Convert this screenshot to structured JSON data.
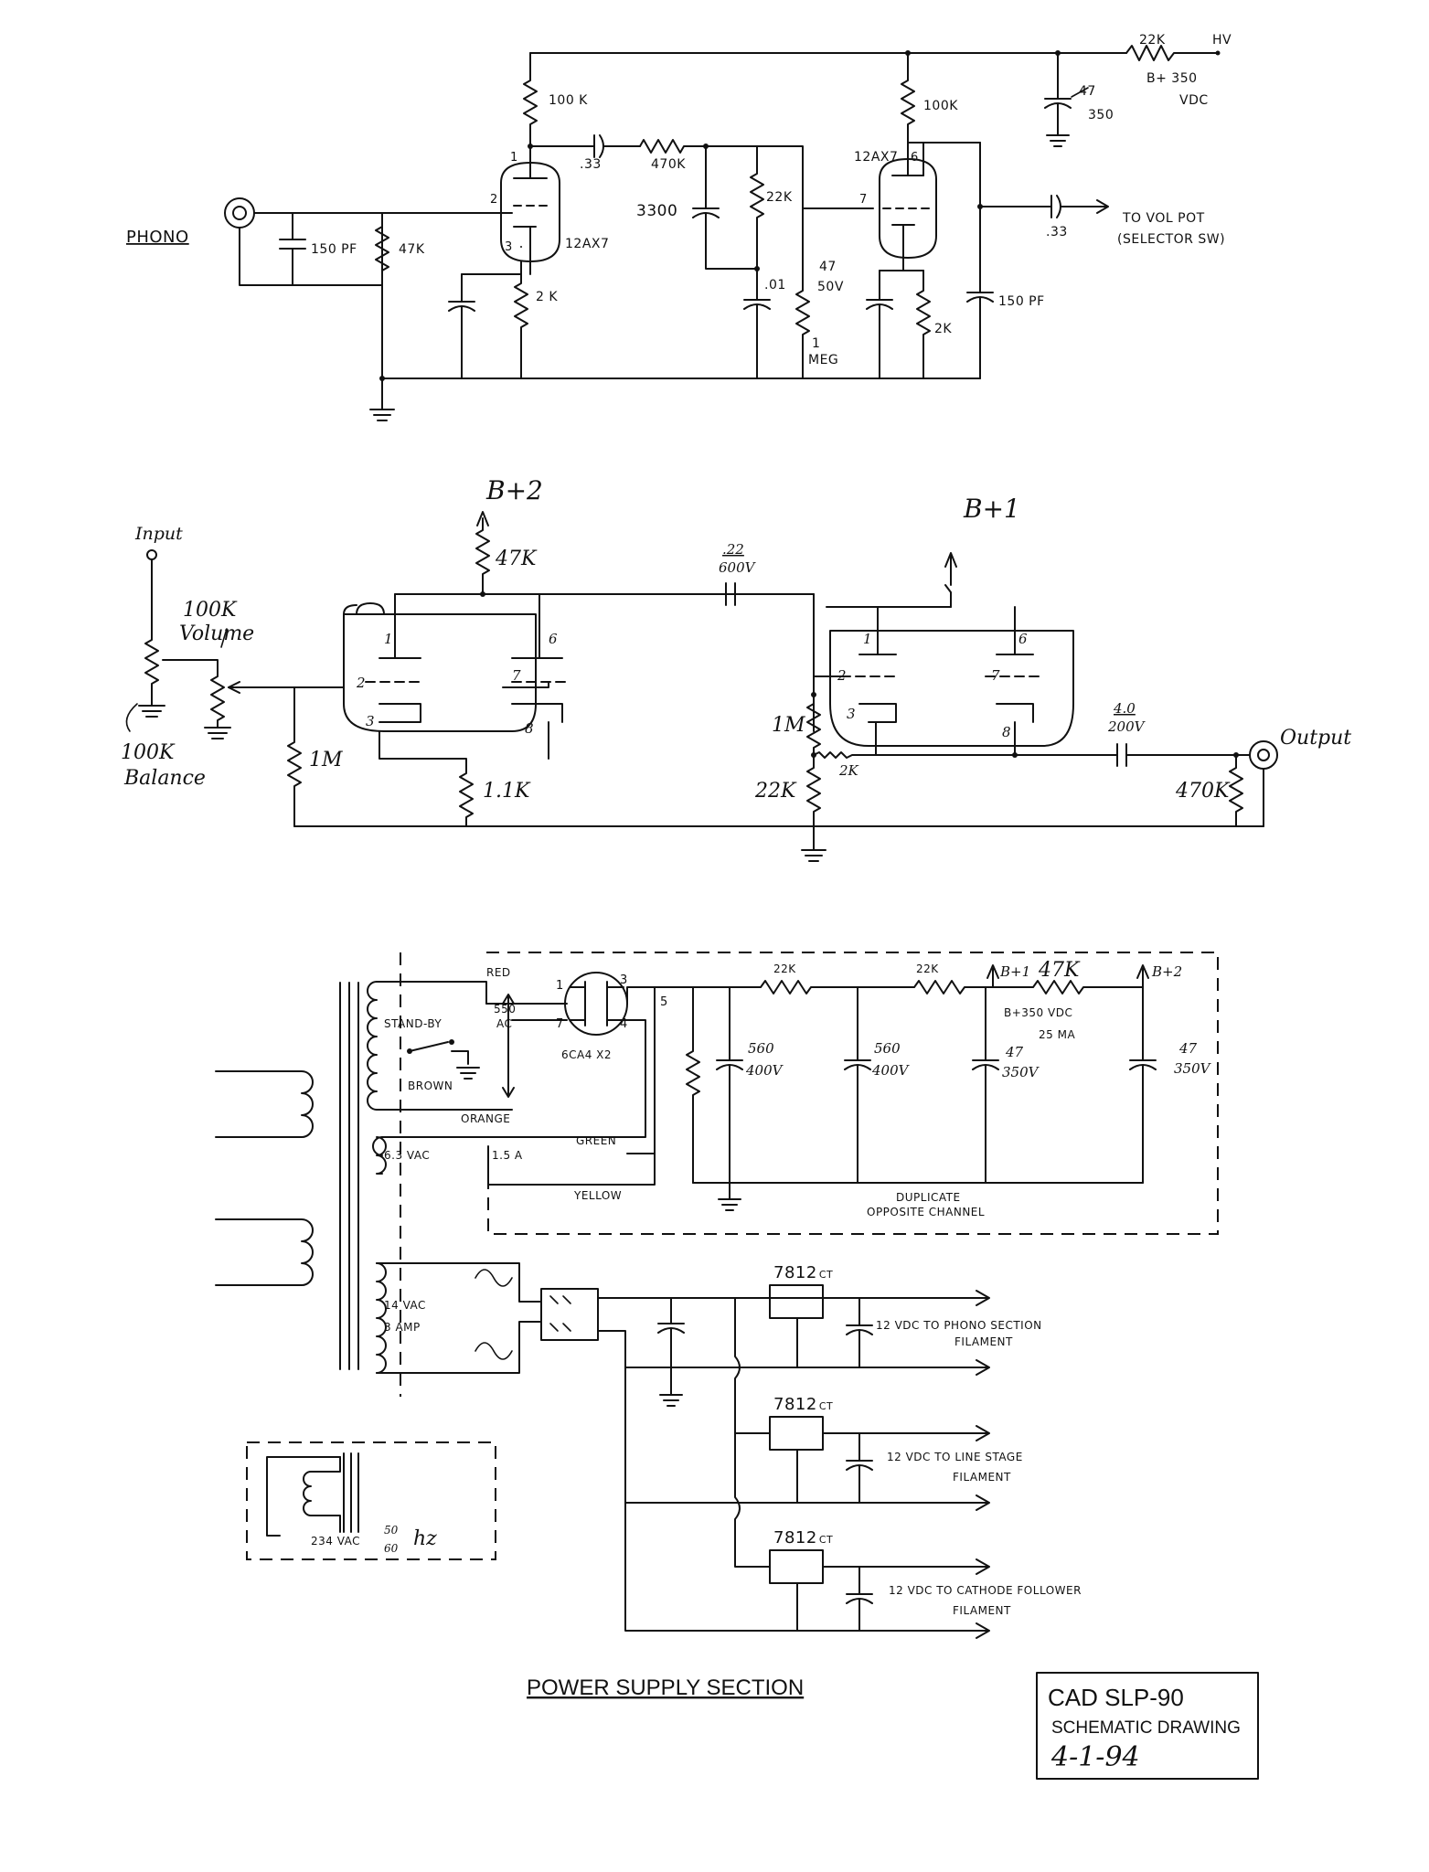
{
  "phono": {
    "input_label": "PHONO",
    "in_cap": "150 PF",
    "in_res": "47K",
    "v1_plate_res": "100 K",
    "v1_tube": "12AX7",
    "v1_cathode_res": "2 K",
    "coupling_cap": ".33",
    "series_res": "470K",
    "eq_cap": "3300",
    "eq_res": "22K",
    "eq_cap2": ".01",
    "grid_res_1": "1",
    "grid_res_2": "MEG",
    "bypass_cap_1": "47",
    "bypass_cap_2": "50V",
    "v2_tube": "12AX7",
    "v2_plate_res": "100K",
    "v2_cathode_res": "2K",
    "out_cap": ".33",
    "fb_cap": "150 PF",
    "out_label_1": "TO VOL POT",
    "out_label_2": "(SELECTOR SW)",
    "hv_res": "22K",
    "hv_label": "HV",
    "bplus_1": "B+ 350",
    "bplus_2": "VDC",
    "hv_cap_1": "47",
    "hv_cap_2": "350",
    "pins": [
      "1",
      "2",
      "3",
      "6",
      "7"
    ]
  },
  "line": {
    "b2_label": "B+2",
    "b1_label": "B+1",
    "plate_res": "47K",
    "couple_cap_1": ".22",
    "couple_cap_2": "600V",
    "input_label": "Input",
    "volume_1": "100K",
    "volume_2": "Volume",
    "balance_1": "100K",
    "balance_2": "Balance",
    "grid_res": "1M",
    "cathode_res": "1.1K",
    "fb_res": "1M",
    "bias_res": "22K",
    "cathode_res_2": "2K",
    "out_cap_1": "4.0",
    "out_cap_2": "200V",
    "out_res": "470K",
    "output_label": "Output",
    "pins": [
      "1",
      "2",
      "3",
      "6",
      "7",
      "8"
    ]
  },
  "power": {
    "section_title": "POWER SUPPLY SECTION",
    "wire_red": "RED",
    "v_550": "550",
    "v_ac": "AC",
    "standby": "STAND-BY",
    "brown": "BROWN",
    "orange": "ORANGE",
    "green": "GREEN",
    "yellow": "YELLOW",
    "vac_63": "6.3 VAC",
    "amp_15": "1.5 A",
    "rect_tube": "6CA4 X2",
    "rect_pins": [
      "1",
      "3",
      "7",
      "4",
      "5"
    ],
    "r1": "22K",
    "r2": "22K",
    "r3": "47K",
    "b1": "B+1",
    "b2": "B+2",
    "bplus_vdc": "B+350 VDC",
    "ma": "25 MA",
    "c1_1": "560",
    "c1_2": "400V",
    "c2_1": "560",
    "c2_2": "400V",
    "c3_1": "47",
    "c3_2": "350V",
    "c4_1": "47",
    "c4_2": "350V",
    "dup_1": "DUPLICATE",
    "dup_2": "OPPOSITE CHANNEL",
    "vac_14": "14 VAC",
    "amp_3": "3 AMP",
    "reg": "7812",
    "reg_suffix": "CT",
    "out_1a": "12 VDC TO PHONO SECTION",
    "out_1b": "FILAMENT",
    "out_2a": "12 VDC TO LINE STAGE",
    "out_2b": "FILAMENT",
    "out_3a": "12 VDC TO CATHODE FOLLOWER",
    "out_3b": "FILAMENT",
    "mains": "234 VAC",
    "hz_num": "50",
    "hz_den": "60",
    "hz": "hz"
  },
  "title_block": {
    "model": "CAD SLP-90",
    "subtitle": "SCHEMATIC DRAWING",
    "date": "4-1-94"
  }
}
